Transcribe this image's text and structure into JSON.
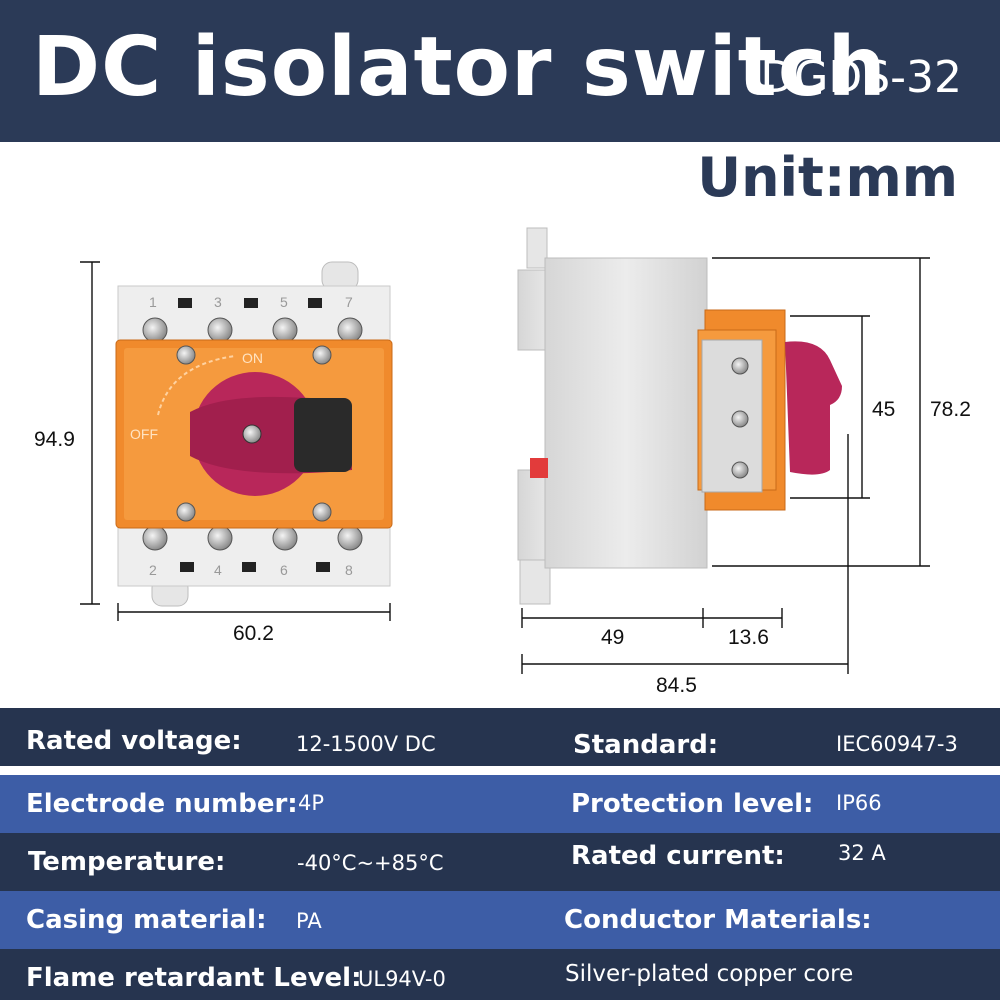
{
  "header": {
    "title": "DC isolator switch",
    "model": "DGDS-32"
  },
  "unit_label": "Unit:mm",
  "front_view": {
    "terminal_numbers_top": [
      "1",
      "3",
      "5",
      "7"
    ],
    "terminal_numbers_bottom": [
      "2",
      "4",
      "6",
      "8"
    ],
    "on_label": "ON",
    "off_label": "OFF",
    "height_dim": "94.9",
    "width_dim": "60.2"
  },
  "side_view": {
    "inner_height_dim": "45",
    "total_height_dim": "78.2",
    "body_depth_dim": "49",
    "handle_depth_dim": "13.6",
    "total_depth_dim": "84.5"
  },
  "specs": {
    "rows": [
      {
        "left_label": "Rated voltage:",
        "left_value": "12-1500V DC",
        "right_label": "Standard:",
        "right_value": "IEC60947-3"
      },
      {
        "left_label": "Electrode number:",
        "left_value": "4P",
        "right_label": "Protection level:",
        "right_value": "IP66"
      },
      {
        "left_label": "Temperature:",
        "left_value": "-40°C~+85°C",
        "right_label": "Rated current:",
        "right_value": "32 A"
      },
      {
        "left_label": "Casing material:",
        "left_value": "PA",
        "right_label": "Conductor Materials:",
        "right_value": ""
      },
      {
        "left_label": "Flame retardant Level:",
        "left_value": "UL94V-0",
        "right_label": "",
        "right_value": "Silver-plated copper core"
      }
    ]
  },
  "colors": {
    "header_bg": "#2b3a57",
    "row_dark": "#26344f",
    "row_blue": "#3d5da6",
    "switch_orange": "#f08a2c",
    "handle_red": "#b8275a",
    "casing_grey": "#e3e3e3"
  }
}
